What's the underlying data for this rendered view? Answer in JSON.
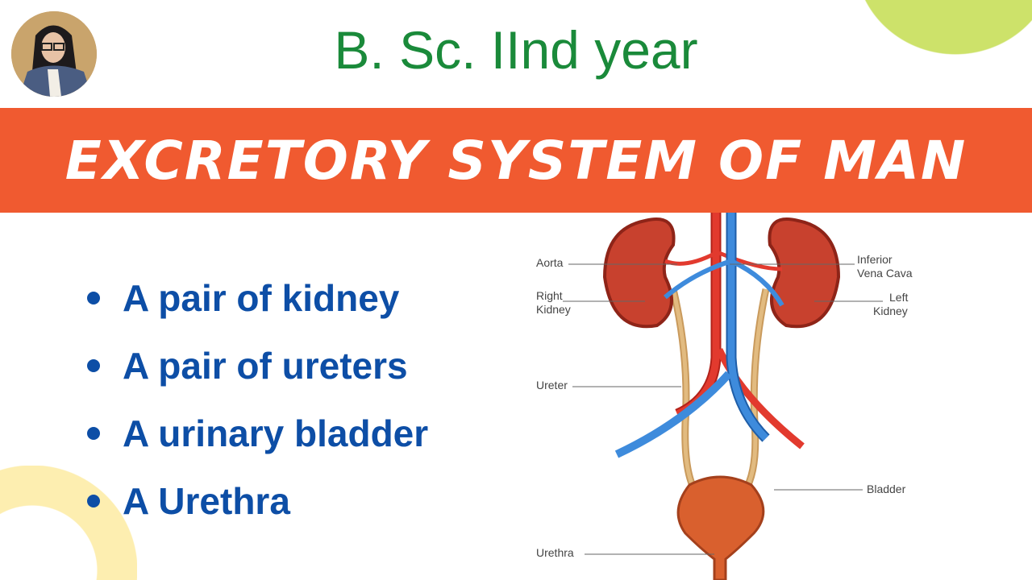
{
  "header": {
    "subtitle": "B. Sc. IInd year",
    "title": "EXCRETORY SYSTEM OF MAN"
  },
  "bullets": [
    "A pair of kidney",
    "A pair of ureters",
    "A urinary bladder",
    "A Urethra"
  ],
  "diagram": {
    "labels": {
      "aorta": "Aorta",
      "right_kidney_1": "Right",
      "right_kidney_2": "Kidney",
      "ureter": "Ureter",
      "urethra": "Urethra",
      "ivc_1": "Inferior",
      "ivc_2": "Vena Cava",
      "left_kidney_1": "Left",
      "left_kidney_2": "Kidney",
      "bladder": "Bladder"
    }
  },
  "colors": {
    "banner": "#f05a30",
    "subtitle": "#1a8a3a",
    "bullets": "#0d4ea6",
    "accent_top": "#cde26a",
    "accent_bottom": "#fdeeb0"
  }
}
